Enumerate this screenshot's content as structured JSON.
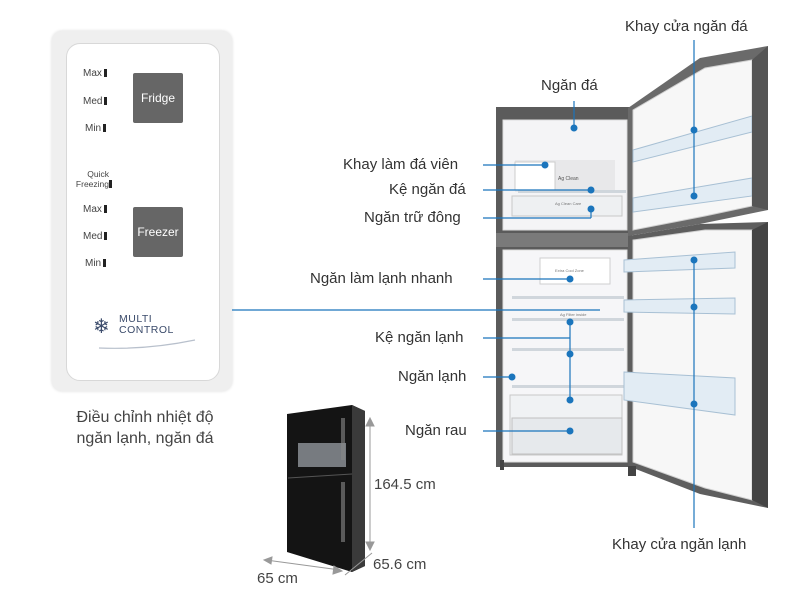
{
  "control_panel": {
    "fridge_levels": [
      "Max",
      "Med",
      "Min"
    ],
    "fridge_button": "Fridge",
    "quick_freezing": [
      "Quick",
      "Freezing"
    ],
    "freezer_levels": [
      "Max",
      "Med",
      "Min"
    ],
    "freezer_button": "Freezer",
    "multi_control": [
      "MULTI",
      "CONTROL"
    ],
    "caption": [
      "Điều chỉnh nhiệt độ",
      "ngăn lạnh, ngăn đá"
    ]
  },
  "labels": {
    "freezer_door_tray": "Khay cửa ngăn đá",
    "freezer": "Ngăn đá",
    "ice_tray": "Khay làm đá viên",
    "freezer_shelf": "Kệ ngăn đá",
    "freeze_storage": "Ngăn trữ đông",
    "quick_cool": "Ngăn làm lạnh nhanh",
    "fridge_shelf": "Kệ ngăn lạnh",
    "fridge": "Ngăn lạnh",
    "vegetable": "Ngăn rau",
    "fridge_door_tray": "Khay cửa ngăn lạnh"
  },
  "inner_text": {
    "ag_clean_top": "Ag Clean",
    "ag_clean_small": "Ag Clean Care",
    "extra_cool": "Extra Cool Zone",
    "ag_fresh": "Ag Filter inside"
  },
  "dimensions": {
    "height": "164.5 cm",
    "width": "65 cm",
    "depth": "65.6 cm"
  },
  "colors": {
    "accent": "#1b75bc",
    "body": "#2a2a2a",
    "inner": "#f6f6f8"
  }
}
